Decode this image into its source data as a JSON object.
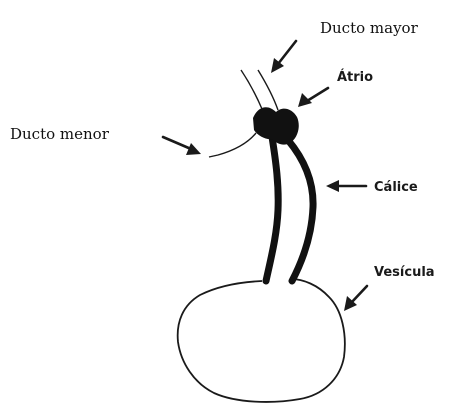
{
  "labels": {
    "ducto_mayor": "Ducto mayor",
    "atrio": "Átrio",
    "ducto_menor": "Ducto menor",
    "calice": "Cálice",
    "vesicula": "Vesícula"
  },
  "colors": {
    "ink": "#1a1a1a",
    "background": "#ffffff"
  }
}
